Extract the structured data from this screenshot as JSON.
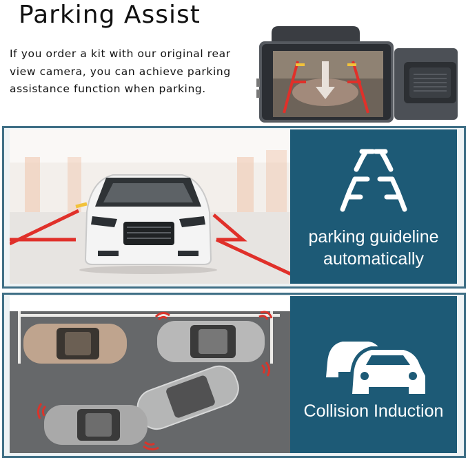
{
  "header": {
    "title": "Parking Assist",
    "description": "If you order a kit with our original rear view camera, you can achieve parking assistance function when parking."
  },
  "features": [
    {
      "label_line1": "parking guideline",
      "label_line2": "automatically",
      "icon": "parking-guideline-icon"
    },
    {
      "label": "Collision Induction",
      "icon": "collision-cars-icon"
    }
  ],
  "colors": {
    "panel_blue": "#1d5a76",
    "panel_border": "#3f6f86",
    "guideline_red": "#e0302a",
    "guideline_yellow": "#f2c23a"
  }
}
